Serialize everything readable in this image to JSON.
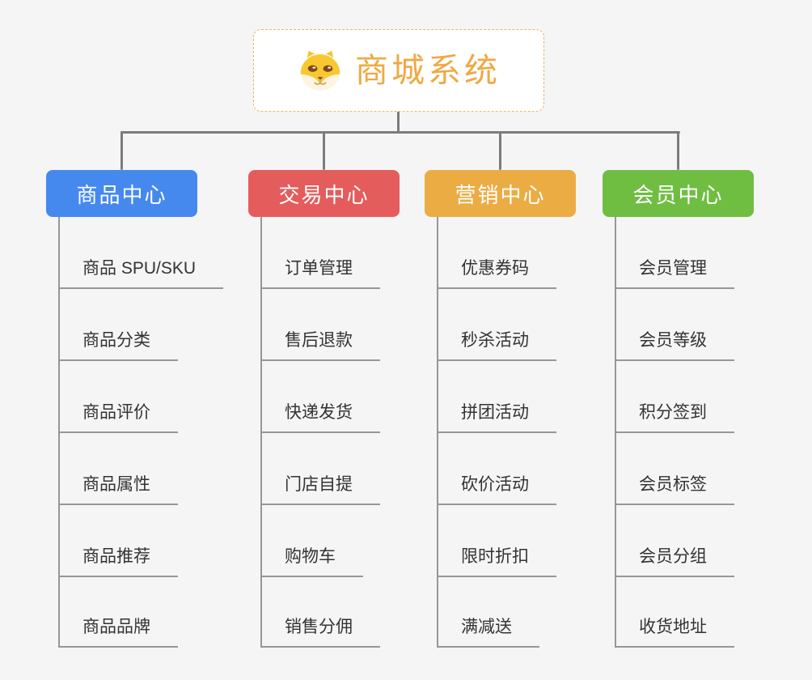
{
  "root": {
    "title": "商城系统",
    "icon": "shiba-dog-icon",
    "title_color": "#EFA943",
    "border_color": "#E9B766"
  },
  "connector_color": "#7C7C7C",
  "leaf_line_color": "#979797",
  "branches": [
    {
      "id": "product",
      "label": "商品中心",
      "color": "#4589EF",
      "items": [
        "商品 SPU/SKU",
        "商品分类",
        "商品评价",
        "商品属性",
        "商品推荐",
        "商品品牌"
      ]
    },
    {
      "id": "trade",
      "label": "交易中心",
      "color": "#E55C5C",
      "items": [
        "订单管理",
        "售后退款",
        "快递发货",
        "门店自提",
        "购物车",
        "销售分佣"
      ]
    },
    {
      "id": "marketing",
      "label": "营销中心",
      "color": "#EBAC44",
      "items": [
        "优惠券码",
        "秒杀活动",
        "拼团活动",
        "砍价活动",
        "限时折扣",
        "满减送"
      ]
    },
    {
      "id": "member",
      "label": "会员中心",
      "color": "#6FBE42",
      "items": [
        "会员管理",
        "会员等级",
        "积分签到",
        "会员标签",
        "会员分组",
        "收货地址"
      ]
    }
  ]
}
